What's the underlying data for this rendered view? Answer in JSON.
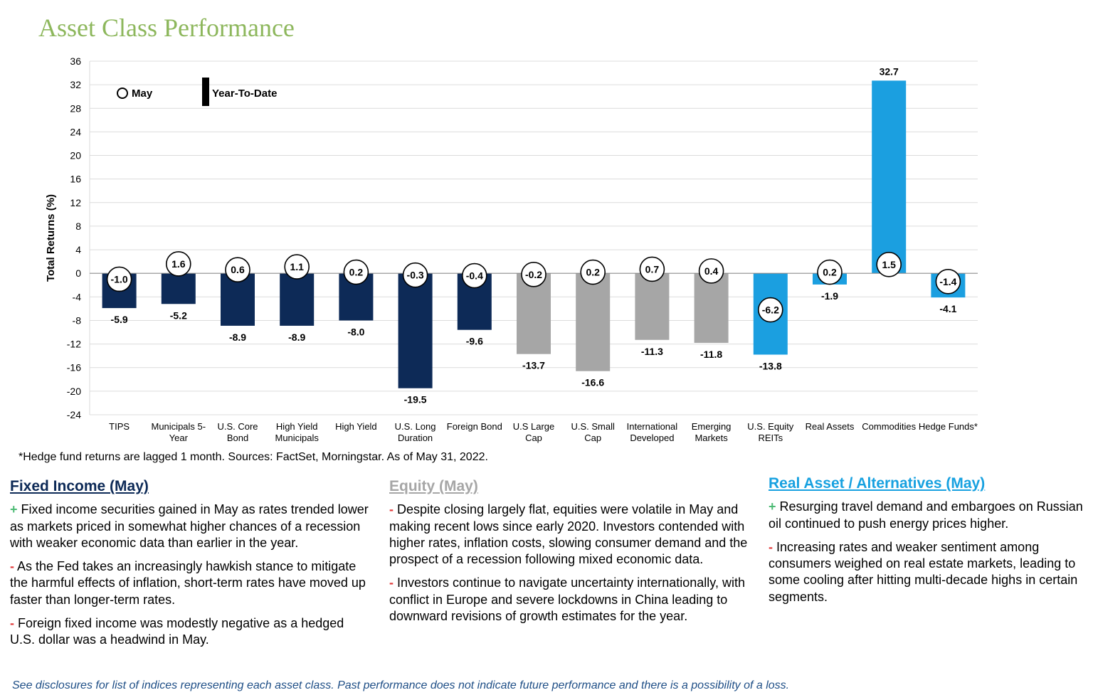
{
  "title": "Asset Class Performance",
  "chart_data": {
    "type": "bar",
    "ylabel": "Total Returns (%)",
    "ylim": [
      -24,
      36
    ],
    "yticks": [
      36,
      32,
      28,
      24,
      20,
      16,
      12,
      8,
      4,
      0,
      -4,
      -8,
      -12,
      -16,
      -20,
      -24
    ],
    "grid": true,
    "legend_position": "top-left",
    "categories": [
      [
        "TIPS"
      ],
      [
        "Municipals 5-",
        "Year"
      ],
      [
        "U.S. Core",
        "Bond"
      ],
      [
        "High Yield",
        "Municipals"
      ],
      [
        "High Yield"
      ],
      [
        "U.S. Long",
        "Duration"
      ],
      [
        "Foreign Bond"
      ],
      [
        "U.S Large",
        "Cap"
      ],
      [
        "U.S. Small",
        "Cap"
      ],
      [
        "International",
        "Developed"
      ],
      [
        "Emerging",
        "Markets"
      ],
      [
        "U.S. Equity",
        "REITs"
      ],
      [
        "Real Assets"
      ],
      [
        "Commodities"
      ],
      [
        "Hedge Funds*"
      ]
    ],
    "series": [
      {
        "name": "Year-To-Date",
        "marker": "bar",
        "values": [
          -5.9,
          -5.2,
          -8.9,
          -8.9,
          -8.0,
          -19.5,
          -9.6,
          -13.7,
          -16.6,
          -11.3,
          -11.8,
          -13.8,
          -1.9,
          32.7,
          -4.1
        ]
      },
      {
        "name": "May",
        "marker": "circle",
        "values": [
          -1.0,
          1.6,
          0.6,
          1.1,
          0.2,
          -0.3,
          -0.4,
          -0.2,
          0.2,
          0.7,
          0.4,
          -6.2,
          0.2,
          1.5,
          -1.4
        ]
      }
    ],
    "bar_colors": [
      "#0d2a57",
      "#0d2a57",
      "#0d2a57",
      "#0d2a57",
      "#0d2a57",
      "#0d2a57",
      "#0d2a57",
      "#a6a6a6",
      "#a6a6a6",
      "#a6a6a6",
      "#a6a6a6",
      "#1b9fe0",
      "#1b9fe0",
      "#1b9fe0",
      "#1b9fe0"
    ]
  },
  "footnote": "*Hedge fund returns are lagged 1 month.  Sources: FactSet, Morningstar. As of May 31, 2022.",
  "sections": {
    "fixed_income": {
      "heading": "Fixed Income (May)",
      "bullets": [
        {
          "sign": "+",
          "text": "Fixed income securities gained in May as rates trended lower as markets priced in somewhat higher chances of a recession with weaker economic data than earlier in the year."
        },
        {
          "sign": "-",
          "text": "As the Fed takes an increasingly hawkish stance to mitigate the harmful effects of inflation, short-term rates have moved up faster than longer-term rates."
        },
        {
          "sign": "-",
          "text": "Foreign fixed income was modestly negative as a hedged U.S. dollar was a headwind in May."
        }
      ]
    },
    "equity": {
      "heading": "Equity (May)",
      "bullets": [
        {
          "sign": "-",
          "text": "Despite closing largely flat, equities were volatile in May and making recent lows since early 2020. Investors contended with higher rates, inflation costs, slowing consumer demand and the prospect of a recession following mixed economic data."
        },
        {
          "sign": "-",
          "text": "Investors continue to navigate uncertainty internationally, with conflict in Europe and severe lockdowns in China leading to downward revisions of growth estimates for the year."
        }
      ]
    },
    "real_assets": {
      "heading": "Real Asset / Alternatives (May)",
      "bullets": [
        {
          "sign": "+",
          "text": "Resurging travel demand and embargoes on Russian oil continued to push energy prices higher."
        },
        {
          "sign": "-",
          "text": "Increasing rates and weaker sentiment among consumers weighed on real estate markets, leading to some cooling after hitting multi-decade highs in certain segments."
        }
      ]
    }
  },
  "disclaimer": "See disclosures for list of indices representing each asset class. Past performance does not indicate future performance and there is a possibility of a loss."
}
